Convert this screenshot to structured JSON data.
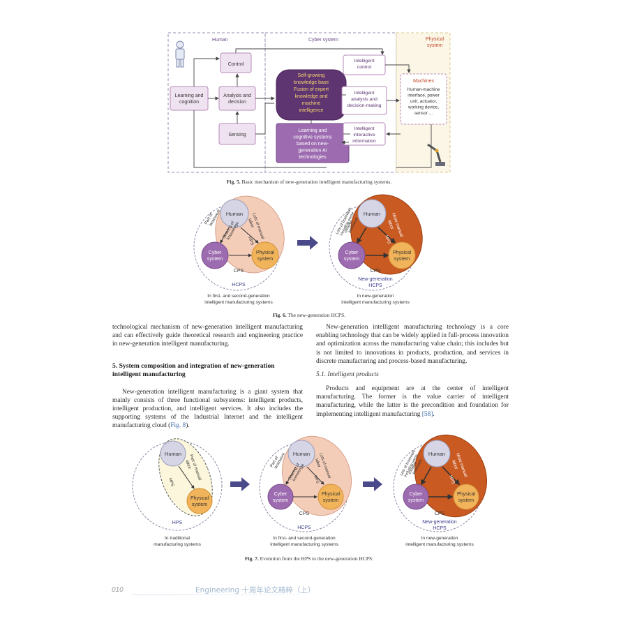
{
  "fig5": {
    "region_human": "Human",
    "region_cyber": "Cyber system",
    "region_physical_l1": "Physical",
    "region_physical_l2": "system",
    "control": "Control",
    "learning_l1": "Learning and",
    "learning_l2": "cognition",
    "analysis_l1": "Analysis and",
    "analysis_l2": "decision",
    "sensing": "Sensing",
    "kb_lines": [
      "Self-growing",
      "knowledge base",
      "Fusion of expert",
      "knowledge and",
      "machine",
      "intelligence"
    ],
    "lcs_lines": [
      "Learning and",
      "cognitive systems",
      "based on new-",
      "generation AI",
      "technologies"
    ],
    "ic_lines": [
      "Intelligent",
      "control"
    ],
    "iad_lines": [
      "Intelligent",
      "analysis and",
      "decision-making"
    ],
    "iii_lines": [
      "Intelligent",
      "interactive",
      "information"
    ],
    "machines_title": "Machines",
    "machines_lines": [
      "Human-machine",
      "interface, power",
      "unit, actuator,",
      "working device,",
      "sensor ..."
    ],
    "caption_label": "Fig. 5.",
    "caption_text": "Basic mechanism of new-generation intelligent manufacturing systems."
  },
  "fig6": {
    "human": "Human",
    "cyber": [
      "Cyber",
      "system"
    ],
    "physical": [
      "Physical",
      "system"
    ],
    "cps": "CPS",
    "hcps": "HCPS",
    "hps": "HPS",
    "new_generation": "New-generation",
    "left_part_brainwork": [
      "Part of",
      "brainwork"
    ],
    "left_sharing": [
      "Sharing of",
      "knowledge"
    ],
    "left_manual": [
      "Lots of manual",
      "labor"
    ],
    "right_brainwork": [
      "Lots of brainwork",
      "including some",
      "creative",
      "brainwork"
    ],
    "right_manual": [
      "More manual",
      "labor"
    ],
    "left_label": [
      "In first- and second-generation",
      "intelligent manufacturing systems"
    ],
    "right_label": [
      "In new-generation",
      "intelligent manufacturing systems"
    ],
    "caption_label": "Fig. 6.",
    "caption_text": "The new-generation HCPS."
  },
  "body": {
    "left_p1": "technological mechanism of new-generation intelligent manufacturing and can effectively guide theoretical research and engineering practice in new-generation intelligent manufacturing.",
    "section_heading": "5. System composition and integration of new-generation intelligent manufacturing",
    "left_p2": "New-generation intelligent manufacturing is a giant system that mainly consists of three functional subsystems: intelligent products, intelligent production, and intelligent services. It also includes the supporting systems of the Industrial Internet and the intelligent manufacturing cloud (",
    "left_p2_link": "Fig. 8",
    "left_p2_end": ").",
    "right_p1": "New-generation intelligent manufacturing technology is a core enabling technology that can be widely applied in full-process innovation and optimization across the manufacturing value chain; this includes but is not limited to innovations in products, production, and services in discrete manufacturing and process-based manufacturing.",
    "subsection": "5.1. Intelligent products",
    "right_p2": "Products and equipment are at the center of intelligent manufacturing. The former is the value carrier of intelligent manufacturing, while the latter is the precondition and foundation for implementing intelligent manufacturing ",
    "right_p2_link": "[58]",
    "right_p2_end": "."
  },
  "fig7": {
    "hps_manual": [
      "Part of manual",
      "labor"
    ],
    "left_label": [
      "In traditional",
      "manufacturing systems"
    ],
    "mid_label": [
      "In first- and second-generation",
      "intelligent manufacturing systems"
    ],
    "right_label": [
      "In new-generation",
      "intelligent manufacturing systems"
    ],
    "caption_label": "Fig. 7.",
    "caption_text": "Evolution from the HPS to the new-generation HCPS."
  },
  "footer": {
    "page_number": "010",
    "journal": "Engineering 十周年论文精粹（上）"
  },
  "colors": {
    "purple_dark": "#5e3471",
    "purple_light": "#e9d9ef",
    "human_grey": "#d5d5e6",
    "cyber_purple": "#9d6bb0",
    "physical_orange": "#f2b45a",
    "salmon": "#f1c2ad",
    "burnt_orange": "#c85a22",
    "arrow_navy": "#4a4a8a"
  }
}
